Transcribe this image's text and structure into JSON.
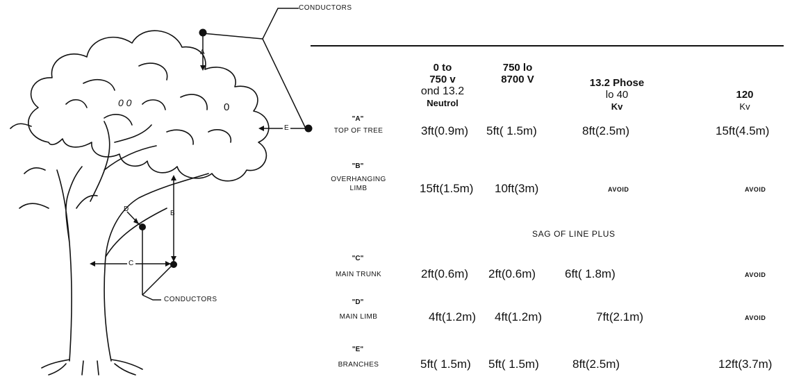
{
  "diagram": {
    "labels": {
      "conductors_top": "CONDUCTORS",
      "conductors_bottom": "CONDUCTORS",
      "a": "A",
      "b": "B",
      "c": "C",
      "d": "D",
      "e": "E",
      "tree_mark_1": "0 0",
      "tree_mark_2": "0"
    }
  },
  "table": {
    "columns": [
      {
        "lines": [
          "0 to",
          "750 v",
          "ond 13.2",
          "Neutrol"
        ]
      },
      {
        "lines": [
          "750 lo",
          "8700 V"
        ]
      },
      {
        "lines": [
          "13.2 Phose",
          "lo 40",
          "Kv"
        ]
      },
      {
        "lines": [
          "120",
          "Kv"
        ]
      }
    ],
    "rows": [
      {
        "code": "\"A\"",
        "name": "TOP OF TREE",
        "values": [
          "3ft(0.9m)",
          "5ft( 1.5m)",
          "8ft(2.5m)",
          "15ft(4.5m)"
        ]
      },
      {
        "code": "\"B\"",
        "name1": "OVERHANGING",
        "name2": "LIMB",
        "values": [
          "15ft(1.5m)",
          "10ft(3m)",
          "AVOID",
          "AVOID"
        ]
      },
      {
        "code": "\"C\"",
        "name": "MAIN TRUNK",
        "values": [
          "2ft(0.6m)",
          "2ft(0.6m)",
          "6ft( 1.8m)",
          "AVOID"
        ]
      },
      {
        "code": "\"D\"",
        "name": "MAIN LIMB",
        "values": [
          "4ft(1.2m)",
          "4ft(1.2m)",
          "7ft(2.1m)",
          "AVOID"
        ]
      },
      {
        "code": "\"E\"",
        "name": "BRANCHES",
        "values": [
          "5ft( 1.5m)",
          "5ft( 1.5m)",
          "8ft(2.5m)",
          "12ft(3.7m)"
        ]
      }
    ],
    "note": "SAG OF LINE PLUS"
  }
}
